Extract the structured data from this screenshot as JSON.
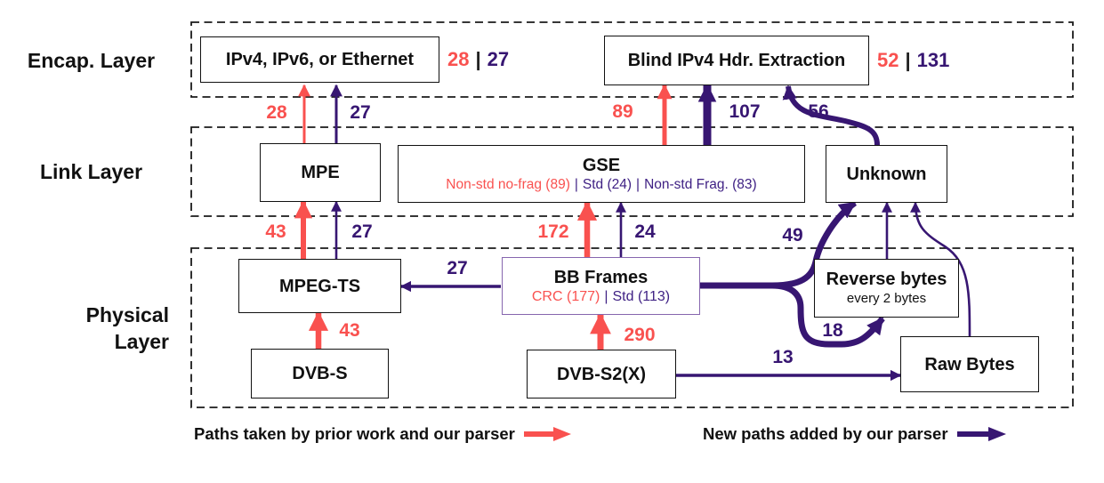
{
  "colors": {
    "prior_red": "#f9514f",
    "new_purple": "#371672",
    "bb_border_purple": "#8666ae"
  },
  "layer_labels": {
    "encap": "Encap. Layer",
    "link": "Link Layer",
    "physical": "Physical Layer"
  },
  "boxes": {
    "ipv4": {
      "title": "IPv4, IPv6, or Ethernet"
    },
    "blind": {
      "title": "Blind IPv4 Hdr. Extraction"
    },
    "mpe": {
      "title": "MPE"
    },
    "gse": {
      "title": "GSE",
      "sub_nonstd_nofrag": "Non-std no-frag (89)",
      "sep1": "|",
      "sub_std": "Std (24)",
      "sep2": "|",
      "sub_nonstd_frag": "Non-std Frag. (83)"
    },
    "unknown": {
      "title": "Unknown"
    },
    "mpegts": {
      "title": "MPEG-TS"
    },
    "bbframes": {
      "title": "BB Frames",
      "sub_crc": "CRC (177)",
      "sep": "|",
      "sub_std": "Std (113)"
    },
    "reverse": {
      "title": "Reverse bytes",
      "sub": "every 2 bytes"
    },
    "rawbytes": {
      "title": "Raw Bytes"
    },
    "dvbs": {
      "title": "DVB-S"
    },
    "dvbs2": {
      "title": "DVB-S2(X)"
    }
  },
  "stats": {
    "ipv4": {
      "prior": "28",
      "sep": "|",
      "new": "27"
    },
    "blind": {
      "prior": "52",
      "sep": "|",
      "new": "131"
    }
  },
  "edge_labels": {
    "mpe_to_ipv4_prior": "28",
    "mpe_to_ipv4_new": "27",
    "gse_to_blind_prior": "89",
    "gse_to_blind_new": "107",
    "unknown_to_blind": "56",
    "mpegts_to_mpe_prior": "43",
    "mpegts_to_mpe_new": "27",
    "bb_to_gse_prior": "172",
    "bb_to_gse_new": "24",
    "bb_to_unknown": "49",
    "bb_to_mpegts": "27",
    "bb_to_reverse": "18",
    "dvbs_to_mpegts": "43",
    "dvbs2_to_bb": "290",
    "dvbs2_to_raw": "13"
  },
  "legend": {
    "prior": "Paths taken by prior work and our parser",
    "new": "New paths added by our parser"
  }
}
